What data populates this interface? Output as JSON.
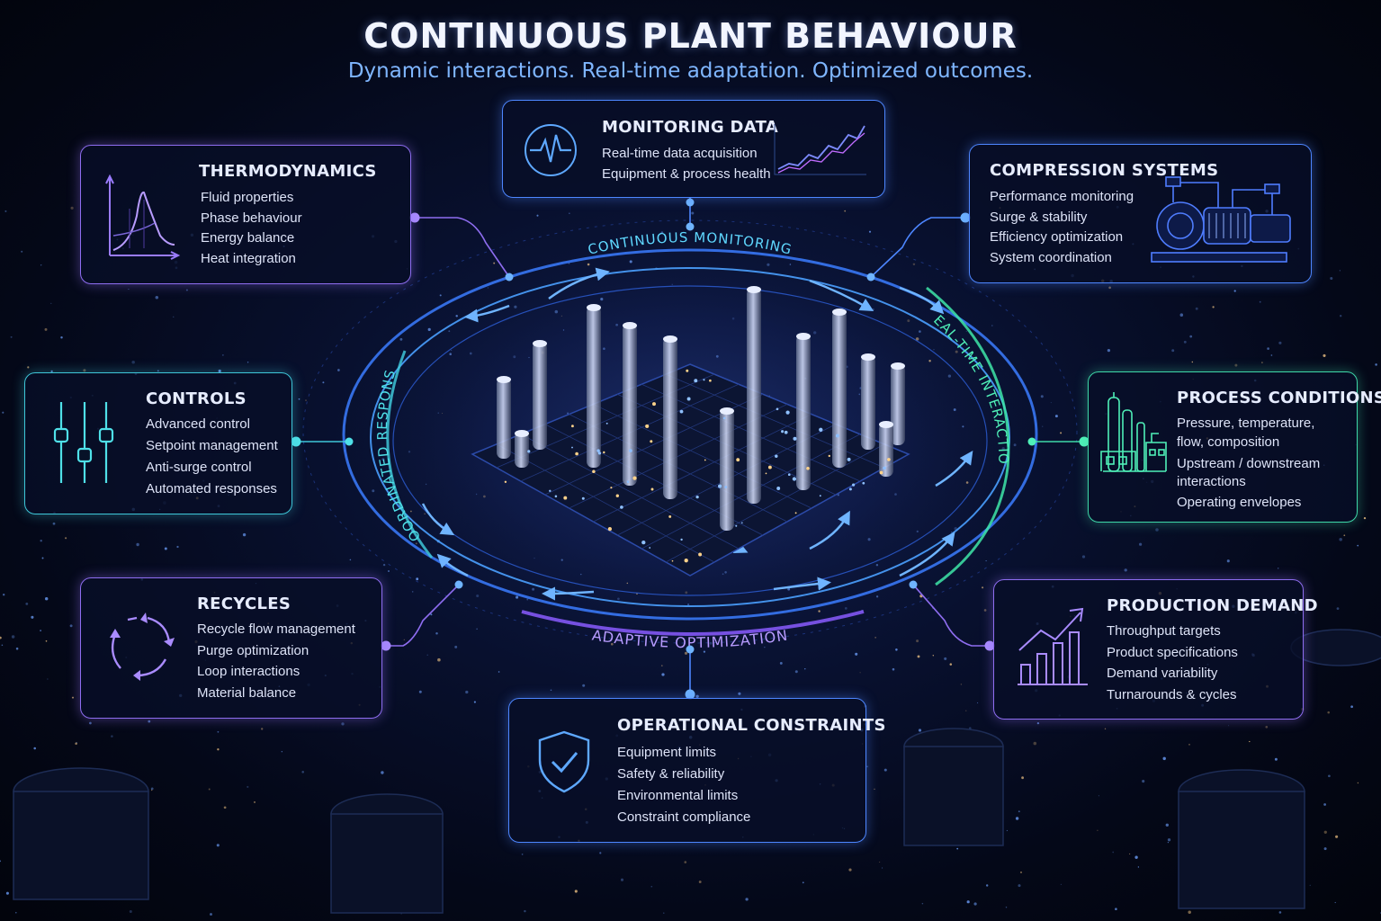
{
  "header": {
    "title": "CONTINUOUS PLANT BEHAVIOUR",
    "subtitle": "Dynamic interactions. Real-time adaptation. Optimized outcomes."
  },
  "ring_labels": {
    "top": "CONTINUOUS MONITORING",
    "right": "REAL-TIME INTERACTION",
    "bottom": "ADAPTIVE OPTIMIZATION",
    "left": "COORDINATED RESPONSE"
  },
  "cards": {
    "thermodynamics": {
      "title": "THERMODYNAMICS",
      "icon": "phase-diagram-icon",
      "items": [
        "Fluid properties",
        "Phase behaviour",
        "Energy balance",
        "Heat integration"
      ]
    },
    "monitoring": {
      "title": "MONITORING DATA",
      "icon": "pulse-icon",
      "items": [
        "Real-time data acquisition",
        "Equipment & process health"
      ]
    },
    "compression": {
      "title": "COMPRESSION SYSTEMS",
      "icon": "compressor-icon",
      "items": [
        "Performance monitoring",
        "Surge & stability",
        "Efficiency optimization",
        "System coordination"
      ]
    },
    "controls": {
      "title": "CONTROLS",
      "icon": "sliders-icon",
      "items": [
        "Advanced control",
        "Setpoint management",
        "Anti-surge control",
        "Automated responses"
      ]
    },
    "process": {
      "title": "PROCESS CONDITIONS",
      "icon": "refinery-icon",
      "items": [
        "Pressure, temperature,",
        "flow, composition",
        "Upstream / downstream",
        "interactions",
        "Operating envelopes"
      ]
    },
    "recycles": {
      "title": "RECYCLES",
      "icon": "cycle-arrows-icon",
      "items": [
        "Recycle flow management",
        "Purge optimization",
        "Loop interactions",
        "Material balance"
      ]
    },
    "demand": {
      "title": "PRODUCTION DEMAND",
      "icon": "growth-chart-icon",
      "items": [
        "Throughput targets",
        "Product specifications",
        "Demand variability",
        "Turnarounds & cycles"
      ]
    },
    "operational": {
      "title": "OPERATIONAL CONSTRAINTS",
      "icon": "shield-check-icon",
      "items": [
        "Equipment limits",
        "Safety & reliability",
        "Environmental limits",
        "Constraint compliance"
      ]
    }
  },
  "colors": {
    "purple": "#8e6df0",
    "blue": "#4d86ff",
    "cyan": "#3ec6d8",
    "green": "#3ed7a8",
    "background": "#050a1f"
  }
}
